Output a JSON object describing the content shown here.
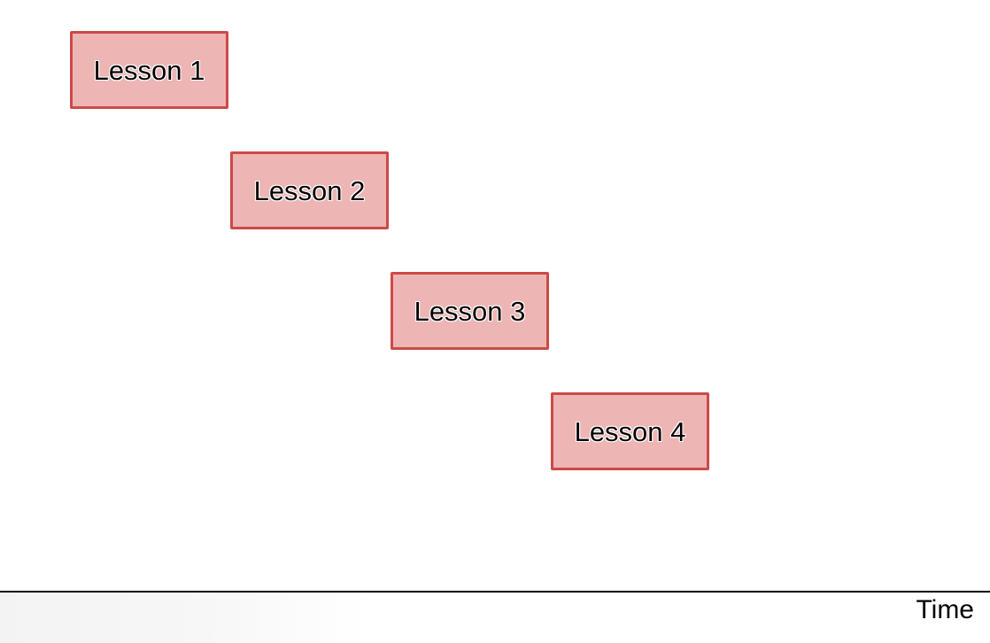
{
  "lessons": [
    {
      "label": "Lesson 1"
    },
    {
      "label": "Lesson 2"
    },
    {
      "label": "Lesson 3"
    },
    {
      "label": "Lesson 4"
    }
  ],
  "axis": {
    "label": "Time"
  },
  "colors": {
    "box_fill": "#eeb5b5",
    "box_border": "#cc4a47",
    "axis_line": "#000000",
    "text": "#000000"
  }
}
